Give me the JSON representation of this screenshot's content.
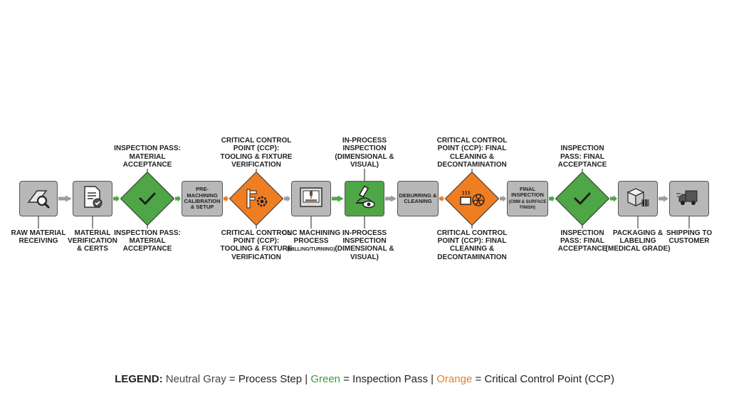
{
  "steps": [
    {
      "id": "raw",
      "kind": "box",
      "icon": "magnifier-on-bar-icon",
      "below": "RAW MATERIAL RECEIVING"
    },
    {
      "id": "verif",
      "kind": "box",
      "icon": "document-check-icon",
      "below": "MATERIAL VERIFICATION & CERTS"
    },
    {
      "id": "insp1",
      "kind": "diamond",
      "color": "#4ea646",
      "icon": "checkmark-icon",
      "above": "INSPECTION PASS: MATERIAL ACCEPTANCE",
      "below": "INSPECTION PASS: MATERIAL ACCEPTANCE"
    },
    {
      "id": "premach",
      "kind": "box",
      "text": "PRE-MACHINING CALIBRATION & SETUP"
    },
    {
      "id": "ccp1",
      "kind": "diamond",
      "color": "#ef7d22",
      "icon": "caliper-gear-icon",
      "above": "CRITICAL CONTROL POINT (CCP): TOOLING & FIXTURE VERIFICATION",
      "below": "CRITICAL CONTROL POINT (CCP): TOOLING & FIXTURE VERIFICATION"
    },
    {
      "id": "cnc",
      "kind": "box",
      "icon": "cnc-machine-icon",
      "below": "CNC MACHINING PROCESS",
      "below_small": "(MILLING/TURNING)"
    },
    {
      "id": "inproc",
      "kind": "greenbox",
      "icon": "microscope-eye-icon",
      "above": "IN-PROCESS INSPECTION (DIMENSIONAL & VISUAL)",
      "below": "IN-PROCESS INSPECTION (DIMENSIONAL & VISUAL)"
    },
    {
      "id": "deburr",
      "kind": "box",
      "text": "DEBURRING & CLEANING"
    },
    {
      "id": "ccp2",
      "kind": "diamond",
      "color": "#ef7d22",
      "icon": "cleaning-biohazard-icon",
      "above": "CRITICAL CONTROL POINT (CCP): FINAL CLEANING & DECONTAMINATION",
      "below": "CRITICAL CONTROL POINT (CCP): FINAL CLEANING & DECONTAMINATION"
    },
    {
      "id": "final",
      "kind": "box",
      "text": "FINAL INSPECTION",
      "text_small": "(CMM & SURFACE FINISH)"
    },
    {
      "id": "insp2",
      "kind": "diamond",
      "color": "#4ea646",
      "icon": "checkmark-icon",
      "above": "INSPECTION PASS: FINAL ACCEPTANCE",
      "below": "INSPECTION PASS: FINAL ACCEPTANCE"
    },
    {
      "id": "pack",
      "kind": "box",
      "icon": "package-barcode-icon",
      "below": "PACKAGING & LABELING (MEDICAL GRADE)"
    },
    {
      "id": "ship",
      "kind": "box",
      "icon": "truck-icon",
      "below": "SHIPPING TO CUSTOMER"
    }
  ],
  "legend": {
    "title": "LEGEND:",
    "gray_word": "Neutral Gray",
    "gray_desc": " = Process Step | ",
    "green_word": "Green",
    "green_desc": " = Inspection Pass | ",
    "orange_word": "Orange",
    "orange_desc": " = Critical Control Point (CCP)"
  },
  "colors": {
    "gray": "#b8b8b8",
    "green": "#4ea646",
    "orange": "#ef7d22",
    "arrow_gray": "#9c9c9c",
    "arrow_green": "#4ea646",
    "arrow_orange": "#ef7d22"
  }
}
